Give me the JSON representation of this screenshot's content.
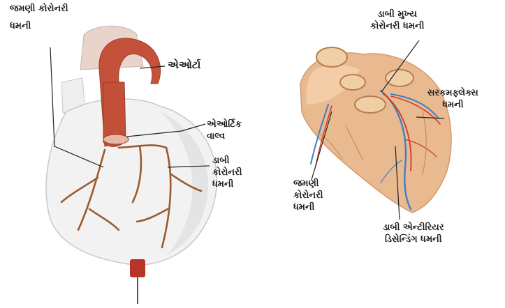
{
  "labels": {
    "right_coronary_artery": {
      "line1": "જમણી કોરોનરી",
      "line2": "ધમની"
    },
    "aorta": "એઓર્ટા",
    "aortic_valve": {
      "line1": "એઓર્ટિક",
      "line2": "વાલ્વ"
    },
    "left_coronary_artery": {
      "line1": "ડાબી",
      "line2": "કોરોનરી",
      "line3": "ધમની"
    },
    "left_main_coronary_artery": {
      "line1": "ડાબી મુખ્ય",
      "line2": "કોરોનરી ધમની"
    },
    "circumflex_artery": {
      "line1": "સરકમફ્લેક્સ",
      "line2": "ધમની"
    },
    "right_coronary_artery_2": {
      "line1": "જમણી",
      "line2": "કોરોનરી",
      "line3": "ધમની"
    },
    "left_anterior_descending_artery": {
      "line1": "ડાબી એન્ટીરિયર",
      "line2": "ડિસેન્ડિંગ ધમની"
    }
  },
  "colors": {
    "heart_fill": "#f2f2f2",
    "heart_outline": "#c9c9c9",
    "aorta": "#c4513a",
    "artery": "#9c5a2c",
    "photo_heart": "#e9b98f",
    "vein_blue": "#3f7fc4",
    "artery_red": "#d23a2a",
    "leader_line": "#222222"
  }
}
